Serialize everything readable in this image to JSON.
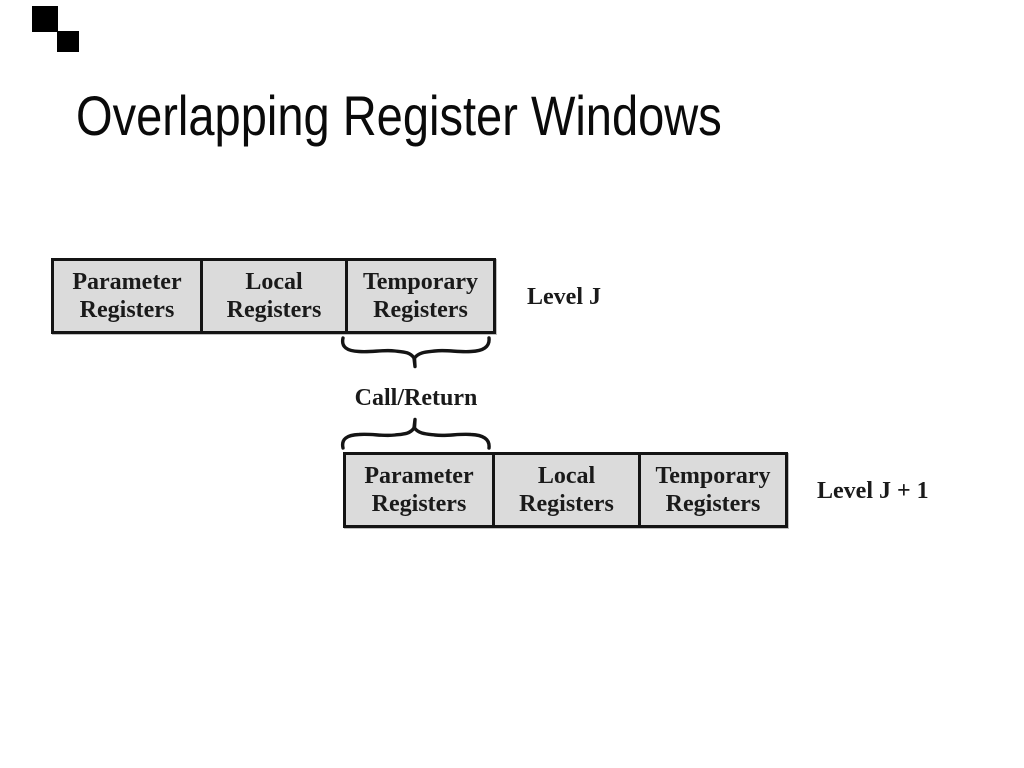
{
  "theme": {
    "page_bg": "#ffffff",
    "title_color": "#0a0a0a",
    "cell_fill": "#dbdbdb",
    "line_color": "#141414",
    "text_color": "#1a1a1a",
    "square_color": "#000000"
  },
  "slide": {
    "title": "Overlapping Register Windows"
  },
  "diagram": {
    "connector_label": "Call/Return",
    "rows": [
      {
        "level_label": "Level J",
        "cells": [
          {
            "line1": "Parameter",
            "line2": "Registers"
          },
          {
            "line1": "Local",
            "line2": "Registers"
          },
          {
            "line1": "Temporary",
            "line2": "Registers"
          }
        ]
      },
      {
        "level_label": "Level J + 1",
        "cells": [
          {
            "line1": "Parameter",
            "line2": "Registers"
          },
          {
            "line1": "Local",
            "line2": "Registers"
          },
          {
            "line1": "Temporary",
            "line2": "Registers"
          }
        ]
      }
    ]
  }
}
